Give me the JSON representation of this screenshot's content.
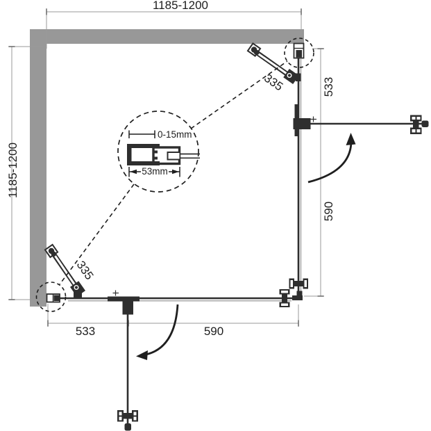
{
  "diagram": {
    "type": "shower-enclosure-installation-plan",
    "colors": {
      "wall": "#989898",
      "line": "#2e2e2e",
      "dim_line": "#9a9a9a",
      "glass_shadow": "#b8b8b8"
    },
    "labels": {
      "width_top": "1185-1200",
      "height_left": "1185-1200",
      "right_upper": "533",
      "right_lower": "590",
      "bottom_left": "533",
      "bottom_right": "590",
      "brace_top": "335",
      "brace_bottom": "335",
      "detail_adjustment": "0-15mm",
      "detail_profile_width": "53mm"
    }
  }
}
